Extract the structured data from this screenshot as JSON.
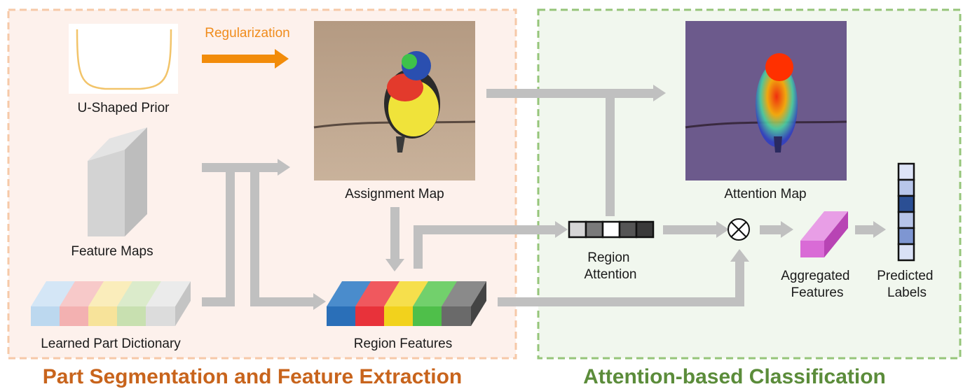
{
  "sections": {
    "left_title": "Part Segmentation and Feature Extraction",
    "right_title": "Attention-based Classification"
  },
  "labels": {
    "u_prior": "U-Shaped Prior",
    "regularization": "Regularization",
    "feature_maps": "Feature Maps",
    "dictionary": "Learned Part Dictionary",
    "assignment_map": "Assignment Map",
    "region_features": "Region Features",
    "region_attention": [
      "Region",
      "Attention"
    ],
    "attention_map": "Attention Map",
    "aggregated_features": [
      "Aggregated",
      "Features"
    ],
    "predicted_labels": [
      "Predicted",
      "Labels"
    ]
  },
  "colors": {
    "left_border": "#f6c9a8",
    "left_fill": "#fdf1ec",
    "right_border": "#96c57a",
    "right_fill": "#f1f7ee",
    "arrow_gray": "#c0c0c0",
    "regularization_arrow": "#f28c0a",
    "dictionary_parts": [
      "#bcd8ef",
      "#f3b1b1",
      "#f7e39a",
      "#c8e0b0",
      "#dcdcdc"
    ],
    "region_feature_parts": [
      "#2a6fb8",
      "#e8323a",
      "#f2d21c",
      "#4fbf4a",
      "#6a6a6a"
    ],
    "region_attention_cells": [
      "#d6d6d6",
      "#7a7a7a",
      "#ffffff",
      "#555555",
      "#3a3a3a"
    ],
    "aggregated_feature": "#d96bd6",
    "predicted_label_cells": [
      "#dde4f7",
      "#b8c6ea",
      "#2b4f94",
      "#b6c4e8",
      "#7e96d2",
      "#d9e1f6"
    ]
  },
  "icons": {
    "multiply": "circled-times-icon"
  }
}
